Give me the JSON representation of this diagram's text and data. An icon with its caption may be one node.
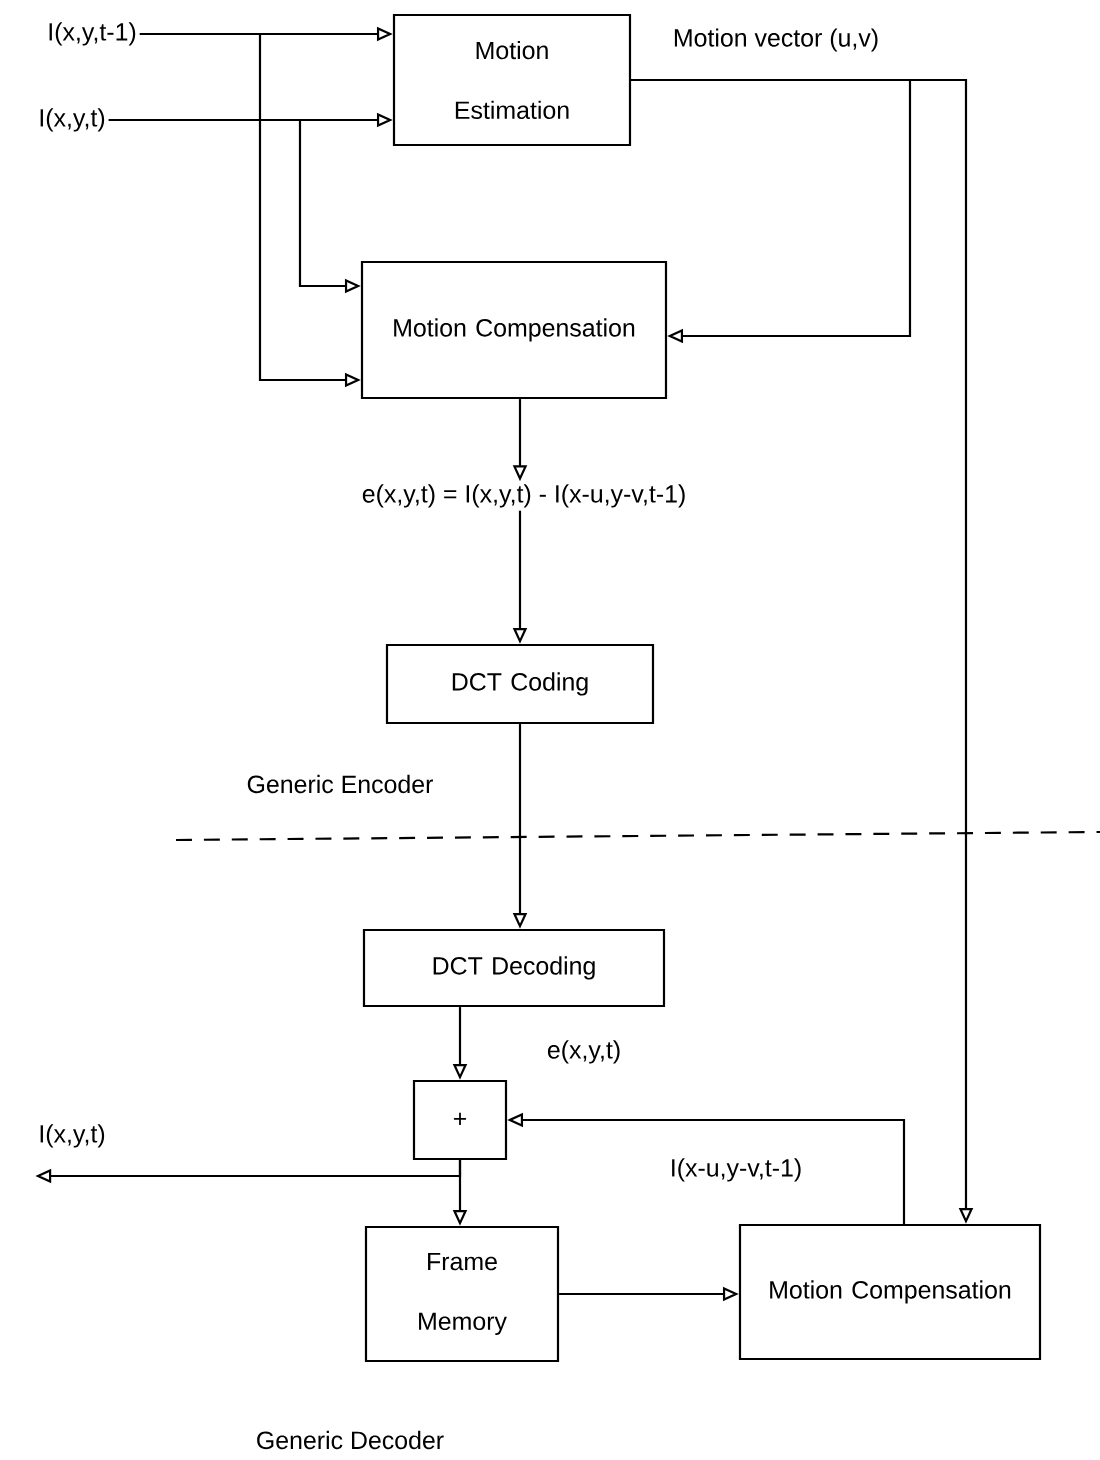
{
  "diagram": {
    "nodes": [
      {
        "text": [
          "I(x,y,t-1)"
        ]
      },
      {
        "text": [
          "I(x,y,t)"
        ]
      },
      {
        "text": [
          "Motion Estimation"
        ]
      },
      {
        "text": [
          "Motion Compensation"
        ]
      },
      {
        "text": [
          "e(x,y,t) = I(x,y,t) - I(x-u,y-v,t-1)"
        ]
      },
      {
        "text": [
          "DCT Coding"
        ]
      },
      {
        "text": [
          "DCT Decoding"
        ]
      },
      {
        "text": [
          "+"
        ]
      },
      {
        "text": [
          "Frame Memory"
        ]
      },
      {
        "text": [
          "Motion Compensation"
        ]
      },
      {
        "text": [
          "I(x,y,t)"
        ]
      }
    ],
    "edges": [
      {
        "from": 0,
        "to": 2,
        "arrow": "to"
      },
      {
        "from": 0,
        "to": 3,
        "arrow": "to"
      },
      {
        "from": 1,
        "to": 2,
        "arrow": "to"
      },
      {
        "from": 1,
        "to": 3,
        "arrow": "to"
      },
      {
        "from": 2,
        "to": 3,
        "arrow": "to",
        "label": "Motion vector (u,v)"
      },
      {
        "from": 2,
        "to": 9,
        "arrow": "to"
      },
      {
        "from": 3,
        "to": 4,
        "arrow": "to"
      },
      {
        "from": 4,
        "to": 5,
        "arrow": "to"
      },
      {
        "from": 5,
        "to": 6,
        "arrow": "to"
      },
      {
        "from": 6,
        "to": 7,
        "arrow": "to",
        "label": "e(x,y,t)"
      },
      {
        "from": 9,
        "to": 7,
        "arrow": "to",
        "label": "I(x-u,y-v,t-1)"
      },
      {
        "from": 7,
        "to": 10,
        "arrow": "to"
      },
      {
        "from": 7,
        "to": 8,
        "arrow": "to"
      },
      {
        "from": 8,
        "to": 9,
        "arrow": "to"
      }
    ],
    "labels": [
      "Generic Encoder",
      "Generic Decoder"
    ]
  }
}
